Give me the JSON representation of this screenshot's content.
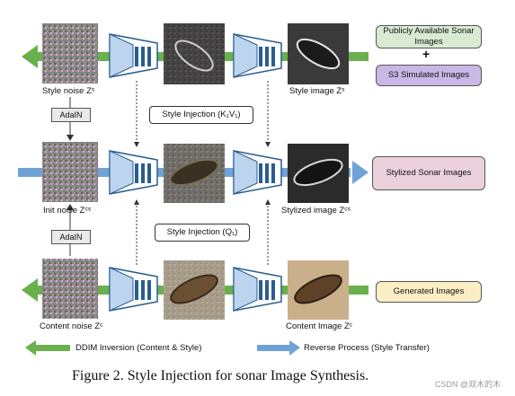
{
  "nodes": {
    "style_noise": "Style noise Zˢ",
    "style_image": "Style image Zˢ",
    "init_noise": "Init noise Zᶜˢ",
    "stylized_image": "Stylized image Zᶜˢ",
    "content_noise": "Content noise Zᶜ",
    "content_image": "Content Image Zᶜ"
  },
  "adain": [
    "AdaIN",
    "AdaIN"
  ],
  "injections": {
    "kv": "Style Injection (K₁V₁)",
    "q": "Style Injection (Q₁)"
  },
  "right_boxes": {
    "public": "Publicly Available Sonar Images",
    "plus": "+",
    "s3": "S3 Simulated Images",
    "stylized": "Stylized Sonar Images",
    "generated": "Generated Images"
  },
  "legend": {
    "ddim": "DDIM Inversion (Content & Style)",
    "reverse": "Reverse Process (Style Transfer)"
  },
  "caption": "Figure 2. Style Injection for sonar Image Synthesis.",
  "watermark": "CSDN @双木的木",
  "colors": {
    "green_arrow": "#6ab04c",
    "blue_arrow": "#6fa3d8",
    "public_box": "#d9ead3",
    "s3_box": "#c9b8e6",
    "stylized_box": "#ead1dc",
    "generated_box": "#fbeec5"
  }
}
